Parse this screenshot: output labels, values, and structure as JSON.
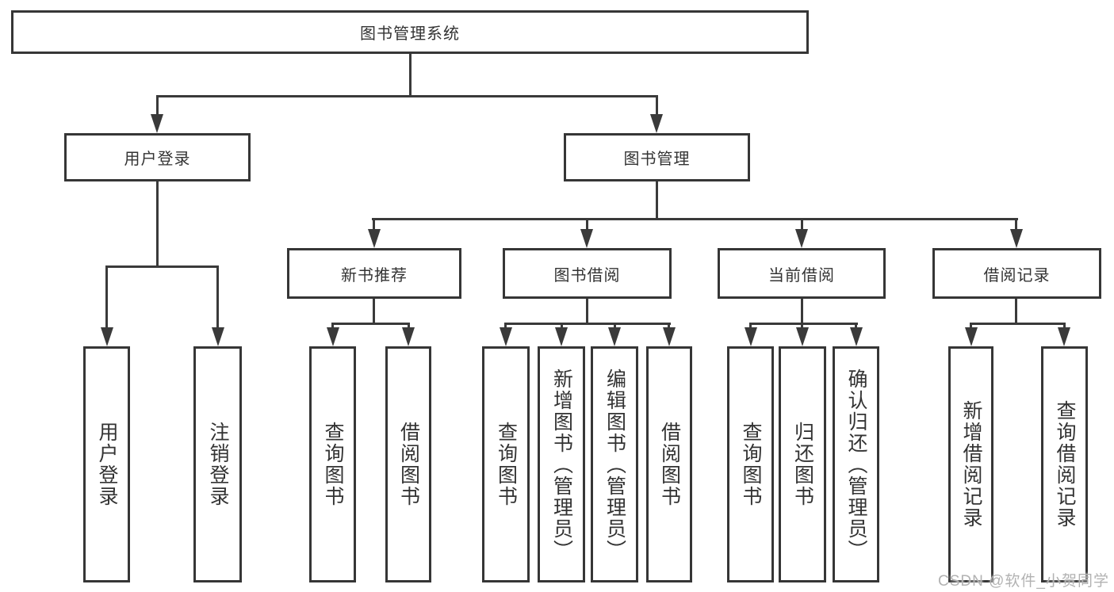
{
  "tree": {
    "label": "图书管理系统",
    "children": [
      {
        "label": "用户登录",
        "children": [
          {
            "label": "用户登录"
          },
          {
            "label": "注销登录"
          }
        ]
      },
      {
        "label": "图书管理",
        "children": [
          {
            "label": "新书推荐",
            "children": [
              {
                "label": "查询图书"
              },
              {
                "label": "借阅图书"
              }
            ]
          },
          {
            "label": "图书借阅",
            "children": [
              {
                "label": "查询图书"
              },
              {
                "label": "新增图书（管理员）"
              },
              {
                "label": "编辑图书（管理员）"
              },
              {
                "label": "借阅图书"
              }
            ]
          },
          {
            "label": "当前借阅",
            "children": [
              {
                "label": "查询图书"
              },
              {
                "label": "归还图书"
              },
              {
                "label": "确认归还（管理员）"
              }
            ]
          },
          {
            "label": "借阅记录",
            "children": [
              {
                "label": "新增借阅记录"
              },
              {
                "label": "查询借阅记录"
              }
            ]
          }
        ]
      }
    ]
  },
  "watermark": {
    "text": "CSDN @软件_小贺同学"
  },
  "colors": {
    "line": "#3a3a3a",
    "box_border": "#363636",
    "text": "#333333",
    "watermark": "#b2b2b2",
    "background": "#ffffff"
  }
}
